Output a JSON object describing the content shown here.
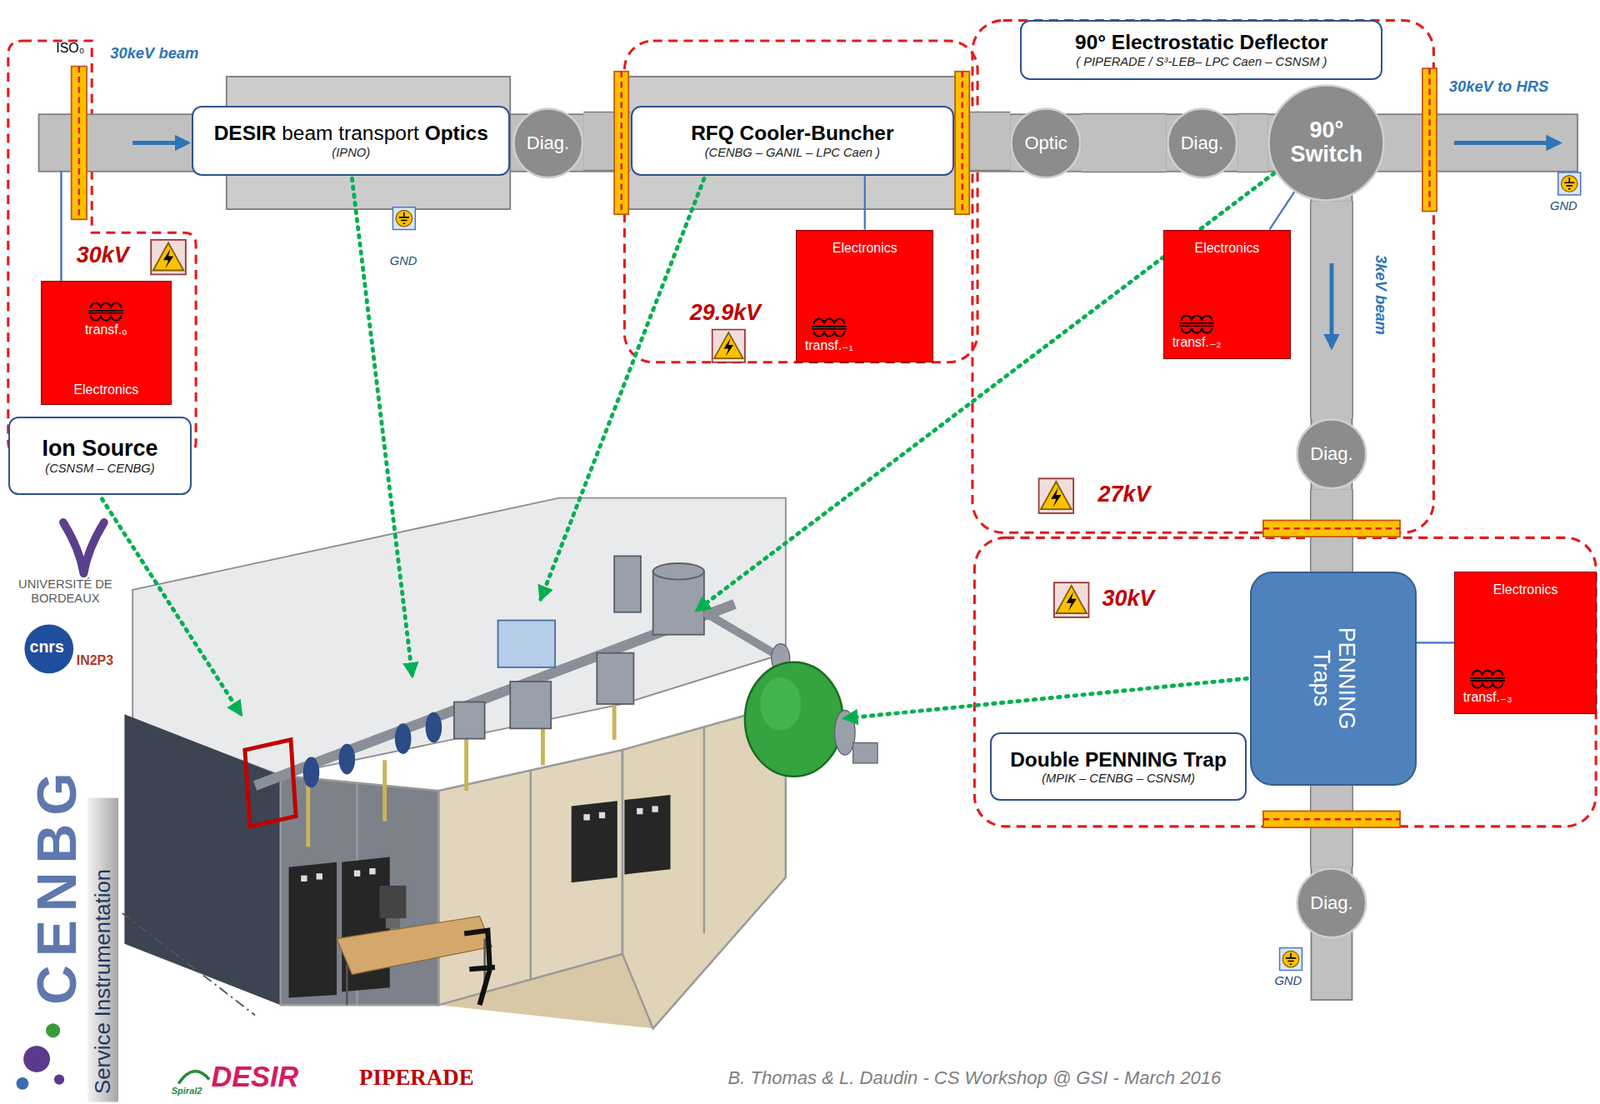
{
  "diagram": {
    "caption": "B. Thomas & L. Daudin - CS Workshop @ GSI - March 2016",
    "nodes": [
      {
        "text": [
          "transf.₀",
          "Electronics"
        ]
      },
      {
        "text": [
          "Ion Source",
          "(CSNSM – CENBG)"
        ]
      },
      {
        "text": [
          "DESIR beam transport Optics",
          "(IPNO)"
        ]
      },
      {
        "text": [
          "Diag."
        ]
      },
      {
        "text": [
          "RFQ Cooler-Buncher",
          "(CENBG – GANIL – LPC Caen )"
        ]
      },
      {
        "text": [
          "Electronics",
          "transf.₋₁"
        ]
      },
      {
        "text": [
          "90° Electrostatic Deflector",
          "( PIPERADE / S³-LEB– LPC Caen – CSNSM )"
        ]
      },
      {
        "text": [
          "Optic"
        ]
      },
      {
        "text": [
          "Diag."
        ]
      },
      {
        "text": [
          "90° Switch"
        ]
      },
      {
        "text": [
          "Electronics",
          "transf.₋₂"
        ]
      },
      {
        "text": [
          "Diag."
        ]
      },
      {
        "text": [
          "PENNING Traps"
        ]
      },
      {
        "text": [
          "Electronics",
          "transf.₋₃"
        ]
      },
      {
        "text": [
          "Double PENNING Trap",
          "(MPIK – CENBG – CSNSM)"
        ]
      },
      {
        "text": [
          "Diag."
        ]
      }
    ],
    "edges": [
      {
        "from": 3,
        "to": 4,
        "arrow": "none"
      },
      {
        "from": 4,
        "to": 7,
        "arrow": "none"
      },
      {
        "from": 7,
        "to": 8,
        "arrow": "none"
      },
      {
        "from": 8,
        "to": 9,
        "arrow": "none"
      },
      {
        "from": 9,
        "to": 11,
        "arrow": "none"
      },
      {
        "from": 11,
        "to": 12,
        "arrow": "none"
      },
      {
        "from": 12,
        "to": 15,
        "arrow": "none"
      },
      {
        "from": 4,
        "to": 5,
        "arrow": "none"
      },
      {
        "from": 9,
        "to": 10,
        "arrow": "none"
      },
      {
        "from": 12,
        "to": 13,
        "arrow": "none"
      }
    ],
    "labels": [
      "ISO₀",
      "30keV beam",
      "30kV",
      "GND",
      "29.9kV",
      "30keV to HRS",
      "GND",
      "3keV beam",
      "27kV",
      "30kV",
      "GND",
      "UNIVERSITÉ DE BORDEAUX",
      "cnrs",
      "IN2P3",
      "CENBG",
      "Service Instrumentation",
      "Spiral2",
      "DESIR",
      "PIPERADE"
    ]
  }
}
